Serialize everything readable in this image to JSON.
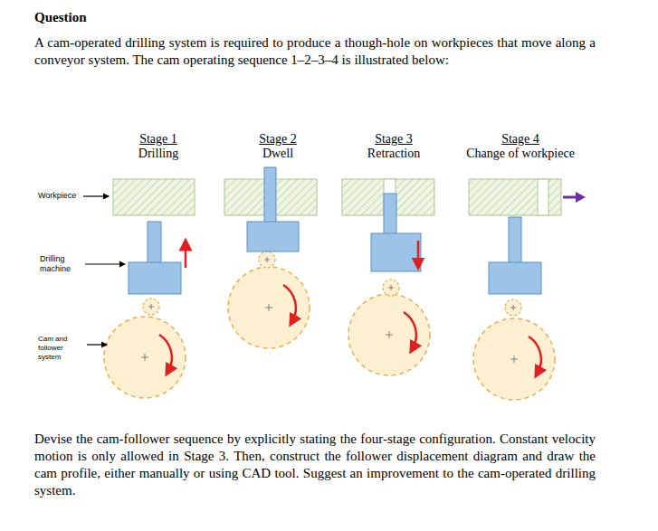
{
  "diagram": {
    "title": "Question",
    "labels": [
      "A cam-operated drilling system is required to produce a though-hole on workpieces that move along a conveyor system. The cam operating sequence 1–2–3–4 is illustrated below:",
      "Stage 1",
      "Drilling",
      "Stage 2",
      "Dwell",
      "Stage 3",
      "Retraction",
      "Stage 4",
      "Change of workpiece",
      "Workpiece",
      "Drilling machine",
      "Cam and follower system",
      "Devise the cam-follower sequence by explicitly stating the four-stage configuration. Constant velocity motion is only allowed in Stage 3. Then, construct the follower displacement diagram and draw the cam profile, either manually or using CAD tool. Suggest an improvement to the cam-operated drilling system."
    ]
  }
}
